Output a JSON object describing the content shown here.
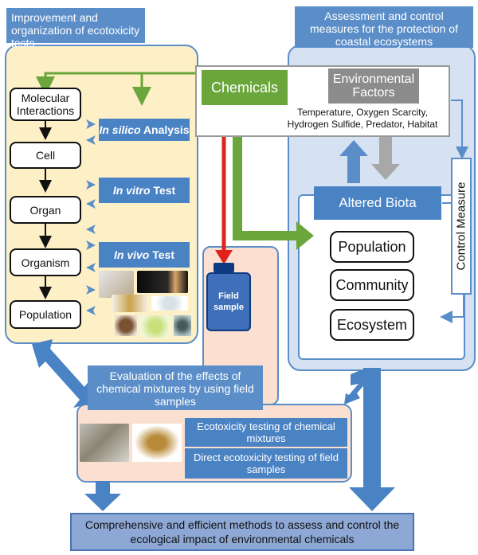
{
  "left_panel": {
    "title": "Improvement and organization of ecotoxicity tests",
    "levels": [
      "Molecular Interactions",
      "Cell",
      "Organ",
      "Organism",
      "Population"
    ],
    "tests": [
      {
        "italic": "In silico",
        "rest": " Analysis"
      },
      {
        "italic": "In vitro",
        "rest": " Test"
      },
      {
        "italic": "In vivo",
        "rest": " Test"
      }
    ]
  },
  "right_panel": {
    "title": "Assessment and control measures for the protection of coastal ecosystems",
    "altered_biota": "Altered Biota",
    "biota_levels": [
      "Population",
      "Community",
      "Ecosystem"
    ],
    "control_measure": "Control Measure"
  },
  "center": {
    "chemicals": "Chemicals",
    "env_factors_title": "Environmental Factors",
    "env_factors_list": "Temperature, Oxygen Scarcity, Hydrogen Sulfide,  Predator, Habitat",
    "field_sample": "Field sample"
  },
  "bottom_panel": {
    "title": "Evaluation of the effects of chemical mixtures by using field samples",
    "items": [
      "Ecotoxicity testing of chemical mixtures",
      "Direct ecotoxicity testing of field samples"
    ]
  },
  "footer": "Comprehensive and efficient methods to assess and control the ecological impact of environmental chemicals",
  "colors": {
    "panel_border": "#5b8ec9",
    "box_blue": "#4a83c4",
    "chemicals_green": "#6aa63b",
    "arrow_red": "#e0231d",
    "env_gray": "#8c8c8c",
    "left_bg": "#fdf0c6",
    "right_bg": "#d6e1f1",
    "bottom_bg": "#fbe0d2",
    "footer_bg": "#8ea8d6"
  }
}
